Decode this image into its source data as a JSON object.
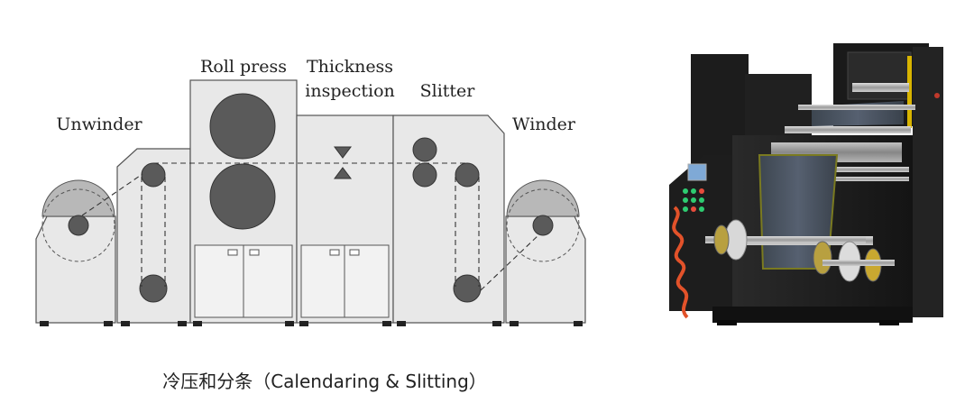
{
  "diagram": {
    "labels": {
      "roll_press": "Roll press",
      "thickness_line1": "Thickness",
      "thickness_line2": "inspection",
      "slitter": "Slitter",
      "unwinder": "Unwinder",
      "winder": "Winder"
    },
    "colors": {
      "machine_fill": "#e8e8e8",
      "machine_stroke": "#555555",
      "roll_fill": "#5a5a5a",
      "drum_cap": "#b8b8b8"
    }
  },
  "caption": "冷压和分条（Calendaring & Slitting）"
}
